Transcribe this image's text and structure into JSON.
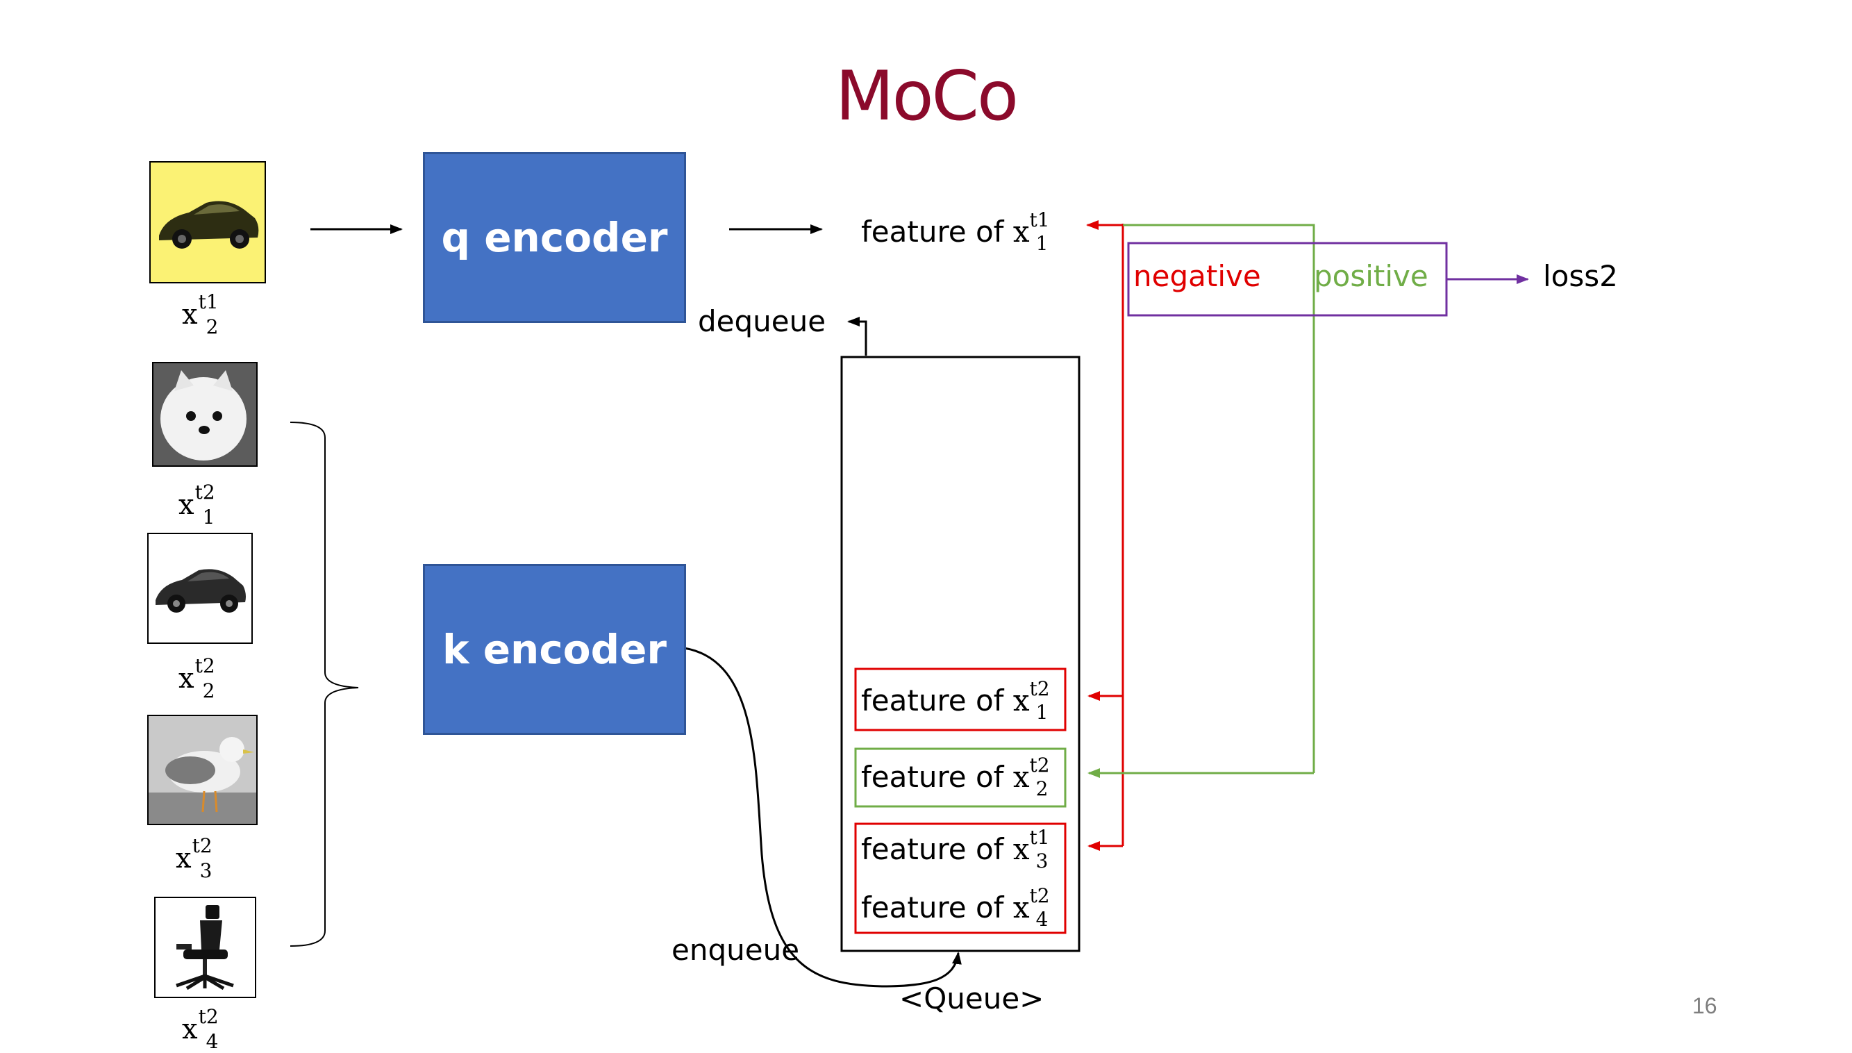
{
  "title": "MoCo",
  "q_encoder": "q encoder",
  "k_encoder": "k encoder",
  "images": [
    {
      "var": "x",
      "sup": "t1",
      "sub": "2",
      "icon": "car-icon"
    },
    {
      "var": "x",
      "sup": "t2",
      "sub": "1",
      "icon": "dog-icon"
    },
    {
      "var": "x",
      "sup": "t2",
      "sub": "2",
      "icon": "car-icon"
    },
    {
      "var": "x",
      "sup": "t2",
      "sub": "3",
      "icon": "bird-icon"
    },
    {
      "var": "x",
      "sup": "t2",
      "sub": "4",
      "icon": "chair-icon"
    }
  ],
  "feature_prefix": "feature of ",
  "query_feature": {
    "var": "x",
    "sup": "t1",
    "sub": "1"
  },
  "queue_features": [
    {
      "var": "x",
      "sup": "t2",
      "sub": "1"
    },
    {
      "var": "x",
      "sup": "t2",
      "sub": "2"
    },
    {
      "var": "x",
      "sup": "t1",
      "sub": "3"
    },
    {
      "var": "x",
      "sup": "t2",
      "sub": "4"
    }
  ],
  "dequeue": "dequeue",
  "enqueue": "enqueue",
  "queue_label": "<Queue>",
  "negative": "negative",
  "positive": "positive",
  "loss": "loss2",
  "page_number": "16",
  "colors": {
    "title": "#8b0a2b",
    "encoder": "#4472c4",
    "negative": "#e00000",
    "positive": "#70ad47",
    "loss_box": "#7030a0"
  }
}
